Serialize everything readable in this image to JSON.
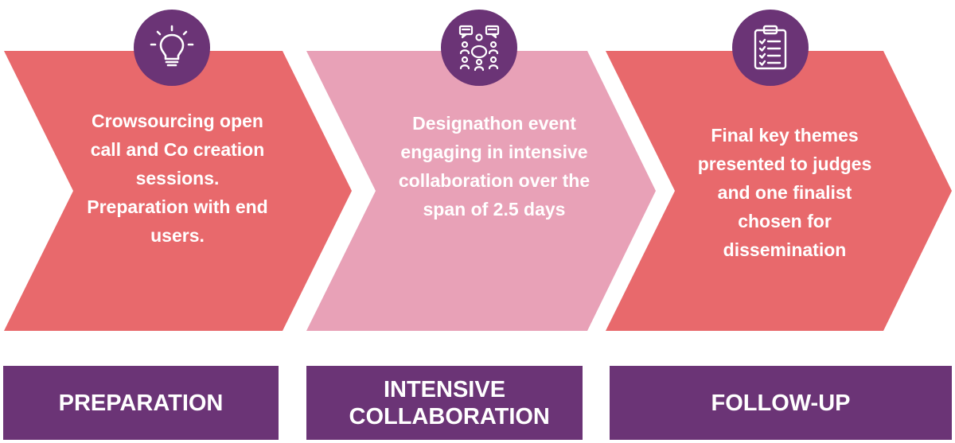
{
  "colors": {
    "chevron_coral": "#e8696c",
    "chevron_pink": "#e8a1b7",
    "purple": "#6b3476",
    "text": "#ffffff"
  },
  "stages": [
    {
      "description": "Crowsourcing open call and Co creation sessions. Preparation with end users.",
      "icon": "lightbulb-icon",
      "label": "PREPARATION"
    },
    {
      "description": "Designathon event engaging in intensive collaboration over the span of 2.5 days",
      "icon": "team-meeting-icon",
      "label": "INTENSIVE COLLABORATION"
    },
    {
      "description": "Final key themes presented to judges and one finalist chosen for dissemination",
      "icon": "clipboard-checklist-icon",
      "label": "FOLLOW-UP"
    }
  ]
}
